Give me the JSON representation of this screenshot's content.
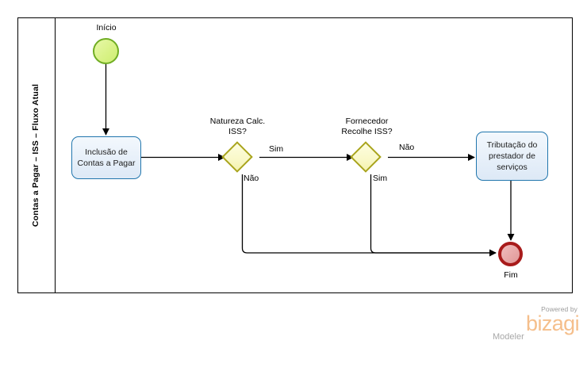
{
  "diagram": {
    "type": "bpmn-flowchart",
    "pool": {
      "lane_label": "Contas a Pagar – ISS – Fluxo Atual"
    },
    "nodes": {
      "start": {
        "id": "start",
        "type": "start-event",
        "label": "Início"
      },
      "task_inclusao": {
        "id": "task_inclusao",
        "type": "task",
        "label": "Inclusão de Contas a Pagar"
      },
      "gw_natureza": {
        "id": "gw_natureza",
        "type": "exclusive-gateway",
        "label": "Natureza Calc. ISS?"
      },
      "gw_fornecedor": {
        "id": "gw_fornecedor",
        "type": "exclusive-gateway",
        "label": "Fornecedor Recolhe ISS?"
      },
      "task_tributacao": {
        "id": "task_tributacao",
        "type": "task",
        "label": "Tributação do prestador de serviços"
      },
      "end": {
        "id": "end",
        "type": "end-event",
        "label": "Fim"
      }
    },
    "flows": {
      "gw_natureza_sim": "Sim",
      "gw_natureza_nao": "Não",
      "gw_fornecedor_nao": "Não",
      "gw_fornecedor_sim": "Sim"
    },
    "colors": {
      "start_fill": "#d8f285",
      "start_stroke": "#70ad23",
      "end_fill": "#e7a6a6",
      "end_stroke": "#a81b1b",
      "task_fill": "#e9f1fa",
      "task_stroke": "#2176ad",
      "gateway_fill": "#f9f8c8",
      "gateway_stroke": "#a9a41b",
      "connector": "#000000",
      "pool_stroke": "#000000"
    }
  },
  "watermark": {
    "powered_by": "Powered by",
    "brand": "bizagi",
    "product": "Modeler",
    "brand_color": "#f5bf8c"
  }
}
